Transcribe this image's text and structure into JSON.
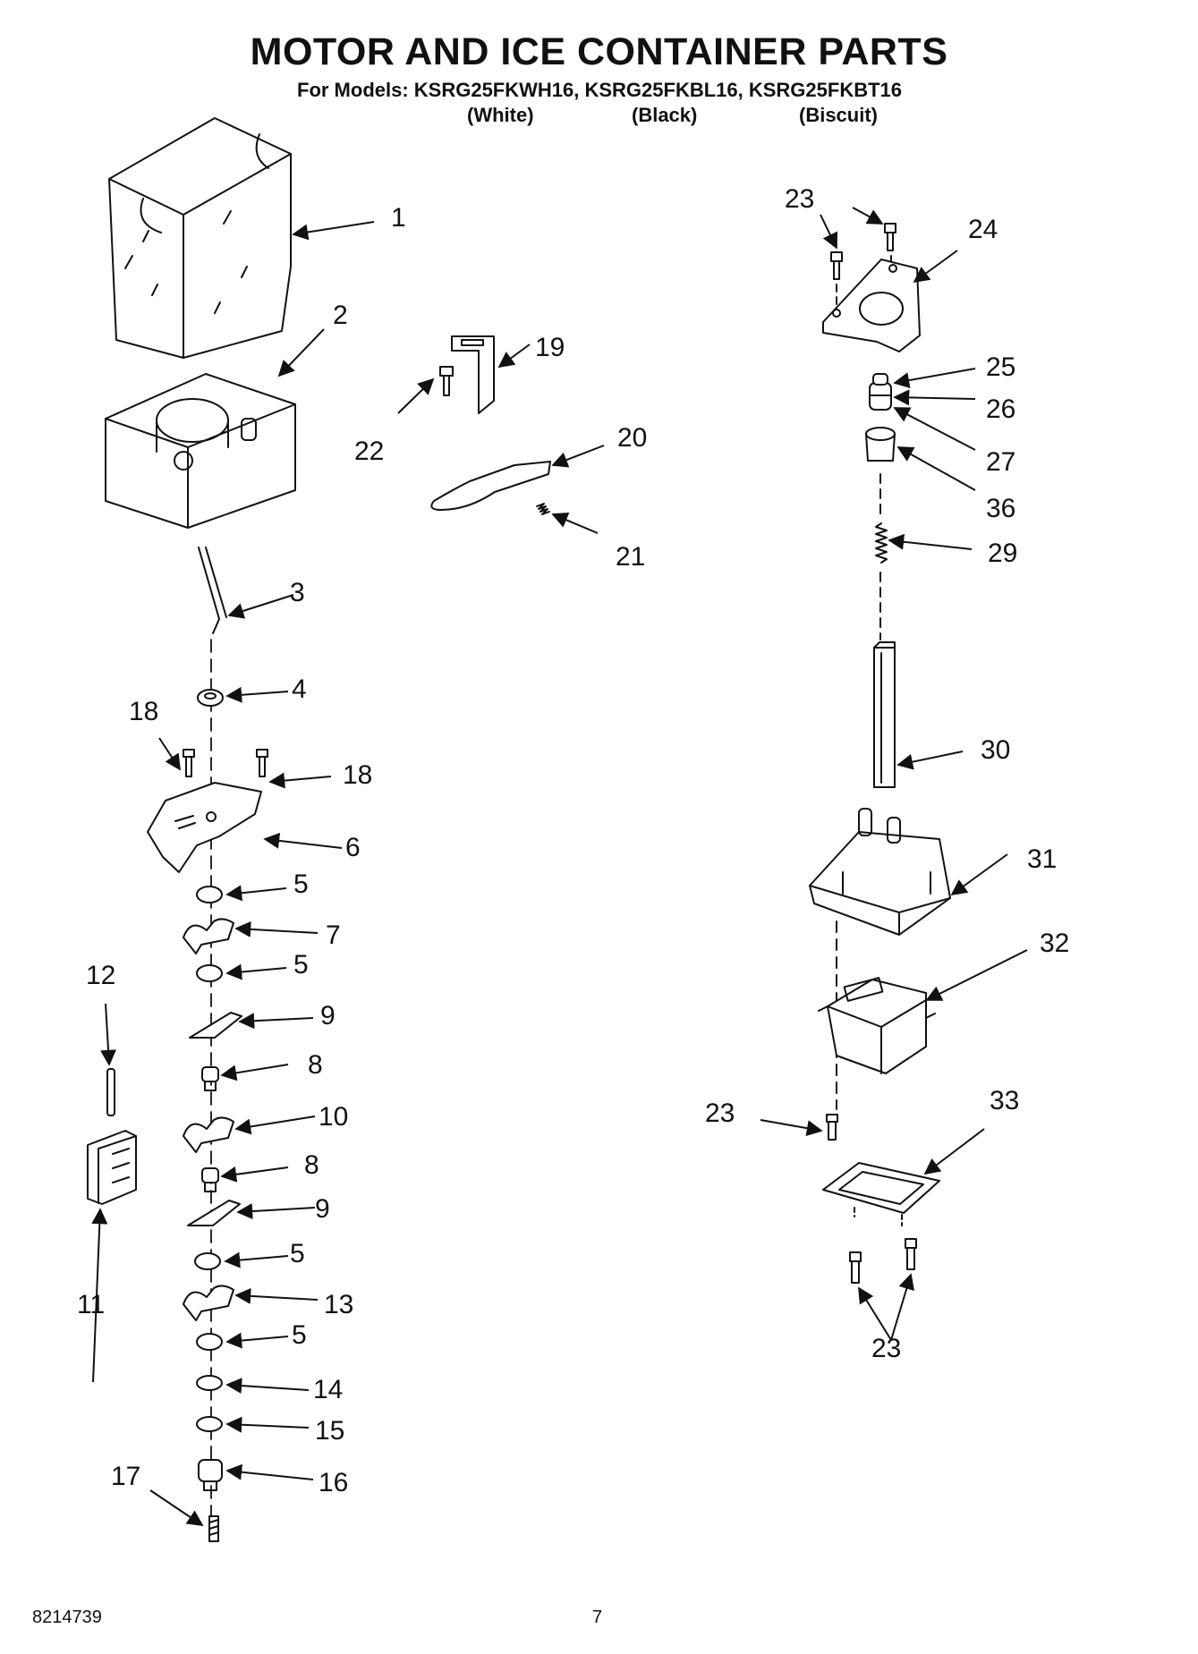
{
  "header": {
    "title": "MOTOR AND ICE CONTAINER PARTS",
    "models_line": "For Models: KSRG25FKWH16, KSRG25FKBL16, KSRG25FKBT16",
    "colors": [
      "(White)",
      "(Black)",
      "(Biscuit)"
    ]
  },
  "callouts": [
    "1",
    "2",
    "3",
    "4",
    "18",
    "18",
    "6",
    "5",
    "7",
    "5",
    "9",
    "8",
    "10",
    "8",
    "9",
    "5",
    "13",
    "5",
    "14",
    "15",
    "16",
    "17",
    "12",
    "11",
    "19",
    "22",
    "20",
    "21",
    "23",
    "24",
    "25",
    "26",
    "27",
    "36",
    "29",
    "30",
    "31",
    "32",
    "23",
    "33",
    "23"
  ],
  "footer": {
    "doc_number": "8214739",
    "page_number": "7"
  }
}
